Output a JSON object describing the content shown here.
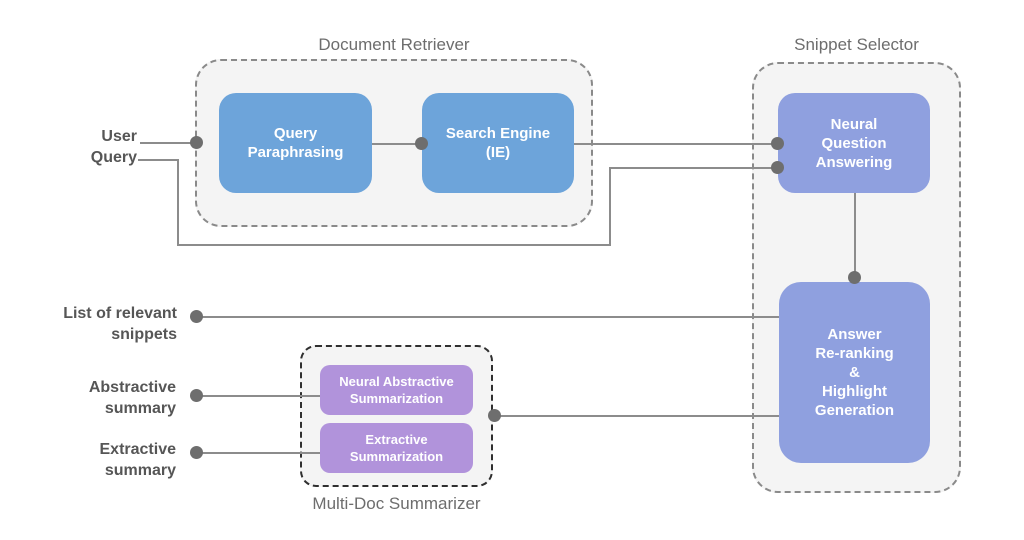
{
  "diagram": {
    "groups": {
      "document_retriever": {
        "title": "Document Retriever"
      },
      "snippet_selector": {
        "title": "Snippet Selector"
      },
      "multi_doc_summarizer": {
        "title": "Multi-Doc Summarizer"
      }
    },
    "nodes": {
      "query_paraphrasing": {
        "label": "Query\nParaphrasing",
        "color": "#6da4da"
      },
      "search_engine": {
        "label": "Search Engine\n(IE)",
        "color": "#6da4da"
      },
      "neural_question_answering": {
        "label": "Neural\nQuestion\nAnswering",
        "color": "#8fa0df"
      },
      "answer_reranking": {
        "label": "Answer\nRe-ranking\n&\nHighlight\nGeneration",
        "color": "#8fa0df"
      },
      "neural_abstractive_summarization": {
        "label": "Neural Abstractive\nSummarization",
        "color": "#b193db"
      },
      "extractive_summarization": {
        "label": "Extractive\nSummarization",
        "color": "#b193db"
      }
    },
    "io_labels": {
      "user_query": "User\nQuery",
      "list_of_relevant_snippets": "List of relevant\nsnippets",
      "abstractive_summary": "Abstractive\nsummary",
      "extractive_summary": "Extractive\nsummary"
    },
    "colors": {
      "group_fill": "#f4f4f4",
      "group_border": "#8a8a8a",
      "multidoc_border": "#2f2f2f",
      "line": "#8c8c8c",
      "dot": "#6e6e6e",
      "io_label_text": "#565656",
      "group_title_text": "#6d6d6d",
      "node_text": "#ffffff"
    }
  }
}
